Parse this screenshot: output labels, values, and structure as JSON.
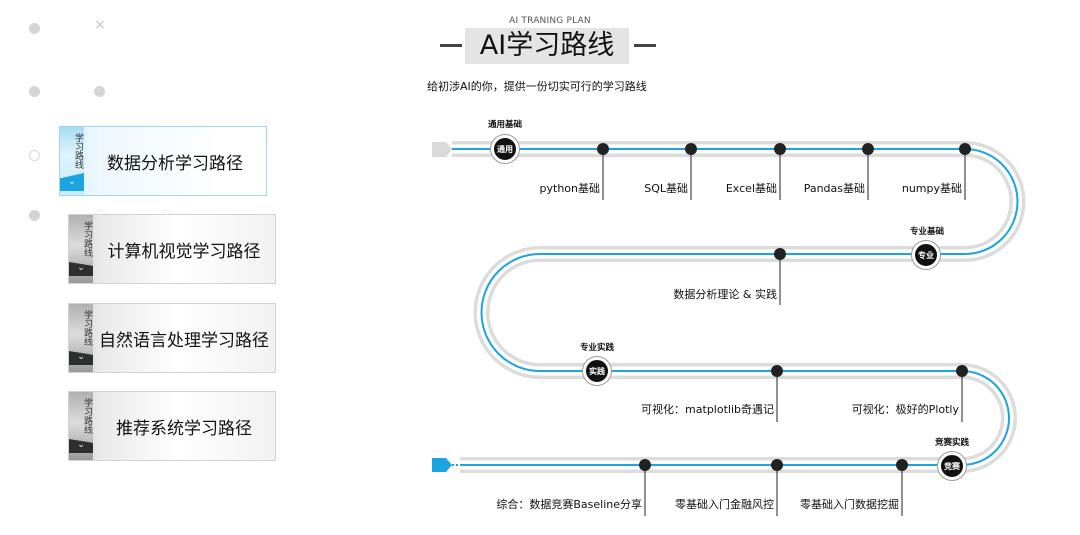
{
  "close_glyph": "×",
  "menu": [
    {
      "tag": "学习路线",
      "label": "数据分析学习路径",
      "active": true,
      "chevron": "⌄"
    },
    {
      "tag": "学习路线",
      "label": "计算机视觉学习路径",
      "active": false,
      "chevron": "⌄"
    },
    {
      "tag": "学习路线",
      "label": "自然语言处理学习路径",
      "active": false,
      "chevron": "⌄"
    },
    {
      "tag": "学习路线",
      "label": "推荐系统学习路径",
      "active": false,
      "chevron": "⌄"
    }
  ],
  "plan": {
    "subtitle": "AI TRANING PLAN",
    "title": "AI学习路线",
    "description": "给初涉AI的你，提供一份切实可行的学习路线"
  },
  "stages": [
    {
      "caption": "通用基础",
      "badge": "通用"
    },
    {
      "caption": "专业基础",
      "badge": "专业"
    },
    {
      "caption": "专业实践",
      "badge": "实践"
    },
    {
      "caption": "竞赛实践",
      "badge": "竞赛"
    }
  ],
  "steps": [
    "python基础",
    "SQL基础",
    "Excel基础",
    "Pandas基础",
    "numpy基础",
    "数据分析理论 & 实践",
    "可视化：matplotlib奇遇记",
    "可视化：极好的Plotly",
    "综合：数据竞赛Baseline分享",
    "零基础入门金融风控",
    "零基础入门数据挖掘"
  ],
  "colors": {
    "accent": "#1aa4e0",
    "track": "#dcdcdc",
    "dark": "#111111"
  }
}
